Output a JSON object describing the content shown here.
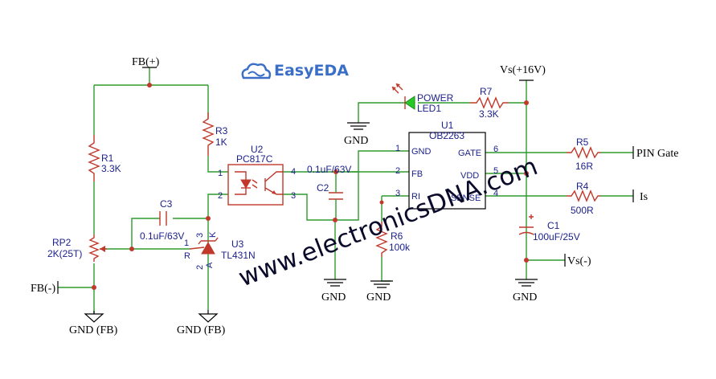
{
  "logo": {
    "text": "EasyEDA"
  },
  "watermark": "www.electronicsDNA.com",
  "nets": {
    "fb_plus": "FB(+)",
    "fb_minus": "FB(-)",
    "gnd_fb_1": "GND (FB)",
    "gnd_fb_2": "GND (FB)",
    "gnd_1": "GND",
    "gnd_2": "GND",
    "gnd_3": "GND",
    "gnd_4": "GND",
    "vs_plus": "Vs(+16V)",
    "vs_minus": "Vs(-)",
    "pin_gate": "PIN Gate",
    "is": "Is"
  },
  "components": {
    "r1": {
      "ref": "R1",
      "value": "3.3K"
    },
    "r3": {
      "ref": "R3",
      "value": "1K"
    },
    "rp2": {
      "ref": "RP2",
      "value": "2K(25T)"
    },
    "c3": {
      "ref": "C3",
      "value": "0.1uF/63V"
    },
    "u2": {
      "ref": "U2",
      "value": "PC817C",
      "pins": [
        "1",
        "2",
        "3",
        "4"
      ]
    },
    "u3": {
      "ref": "U3",
      "value": "TL431N",
      "pins": {
        "p1": "1",
        "p2": "2",
        "p3": "3",
        "r": "R",
        "a": "A",
        "k": "K"
      }
    },
    "c2": {
      "ref": "C2",
      "value": "0.1uF/63V"
    },
    "led1": {
      "ref": "LED1",
      "value": "POWER"
    },
    "r7": {
      "ref": "R7",
      "value": "3.3K"
    },
    "u1": {
      "ref": "U1",
      "value": "OB2263",
      "left_pins": [
        {
          "num": "1",
          "name": "GND"
        },
        {
          "num": "2",
          "name": "FB"
        },
        {
          "num": "3",
          "name": "RI"
        }
      ],
      "right_pins": [
        {
          "num": "6",
          "name": "GATE"
        },
        {
          "num": "5",
          "name": "VDD"
        },
        {
          "num": "4",
          "name": "SENSE"
        }
      ]
    },
    "r6": {
      "ref": "R6",
      "value": "100k"
    },
    "r5": {
      "ref": "R5",
      "value": "16R"
    },
    "r4": {
      "ref": "R4",
      "value": "500R"
    },
    "c1": {
      "ref": "C1",
      "value": "100uF/25V"
    }
  },
  "colors": {
    "wire": "#2e9b2e",
    "component": "#c0392b",
    "label": "#1a1f8a",
    "logo": "#3b6fc7"
  }
}
